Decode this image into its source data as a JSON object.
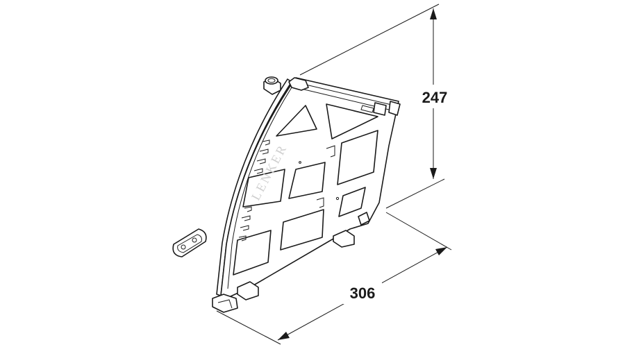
{
  "dimensions": {
    "height_label": "247",
    "width_label": "306"
  },
  "watermark": "LENKER"
}
